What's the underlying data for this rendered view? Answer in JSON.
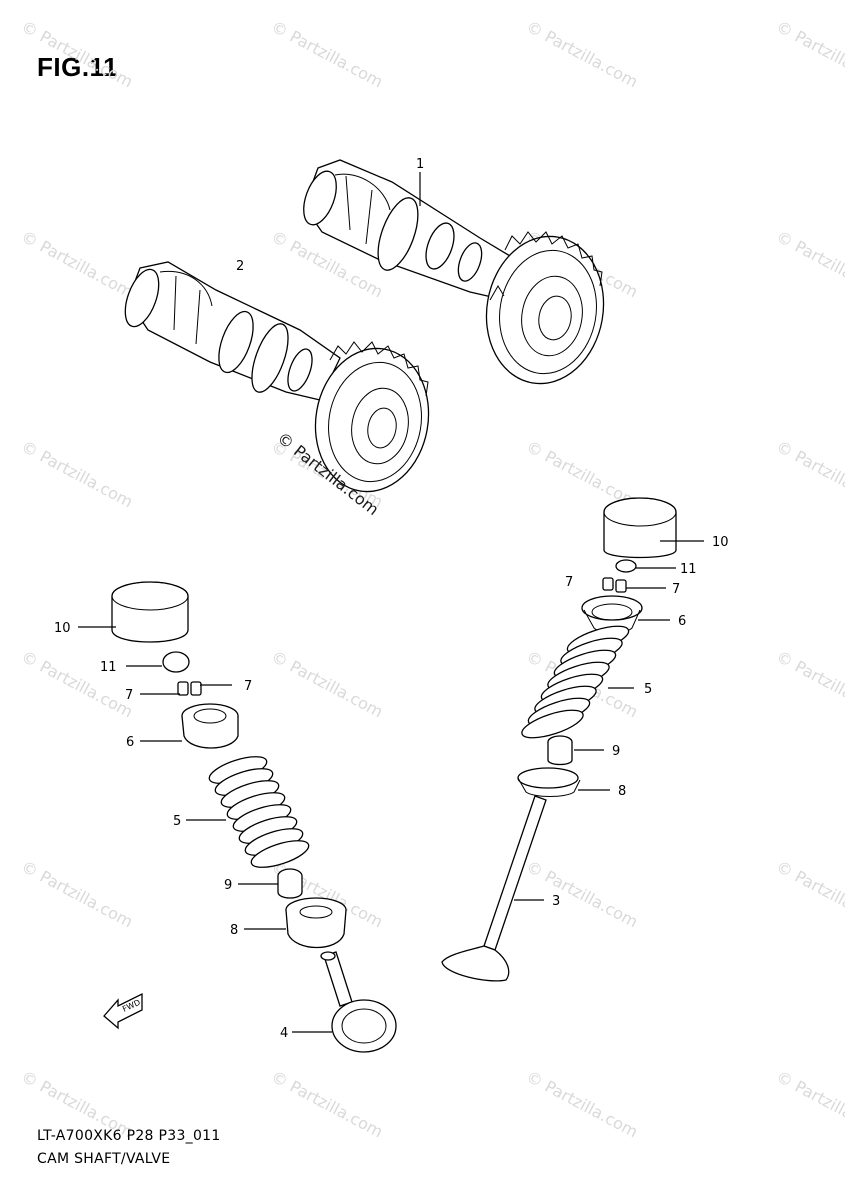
{
  "figure": {
    "title": "FIG.11",
    "code": "LT-A700XK6 P28 P33_011",
    "description": "CAM SHAFT/VALVE"
  },
  "watermark": {
    "text": "© Partzilla.com",
    "color": "#d9d9d9",
    "center_text": "© Partzilla.com",
    "center_color": "#1a1a1a"
  },
  "callouts": {
    "c1": "1",
    "c2": "2",
    "c3": "3",
    "c4": "4",
    "c5a": "5",
    "c5b": "5",
    "c6a": "6",
    "c6b": "6",
    "c7a": "7",
    "c7b": "7",
    "c7c": "7",
    "c7d": "7",
    "c8a": "8",
    "c8b": "8",
    "c9a": "9",
    "c9b": "9",
    "c10a": "10",
    "c10b": "10",
    "c11a": "11",
    "c11b": "11"
  },
  "fwd_arrow": {
    "label": "FWD"
  }
}
